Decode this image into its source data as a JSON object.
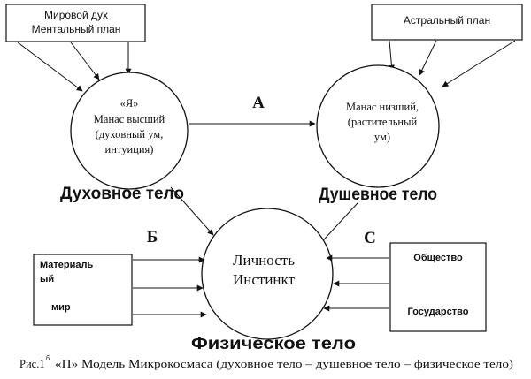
{
  "boxes": {
    "world_spirit": {
      "line1": "Мировой дух",
      "line2": "Ментальный план"
    },
    "astral": {
      "label": "Астральный план"
    },
    "material": {
      "line1": "Материаль",
      "line2": "ый",
      "line3": "мир"
    },
    "society": {
      "line1": "Общество",
      "line2": "Государство"
    }
  },
  "circles": {
    "spiritual": {
      "line1": "«Я»",
      "line2": "Манас высший",
      "line3": "(духовный ум,",
      "line4": "интуиция)"
    },
    "soul": {
      "line1": "Манас низший,",
      "line2": "(растительный",
      "line3": "ум)"
    },
    "physical": {
      "line1": "Личность",
      "line2": "Инстинкт"
    }
  },
  "body_labels": {
    "spiritual": "Духовное тело",
    "soul": "Душевное тело",
    "physical": "Физическое тело"
  },
  "arrow_labels": {
    "a": "А",
    "b": "Б",
    "c": "С"
  },
  "caption": {
    "prefix": "Рис.1",
    "superscript": "б",
    "text": "«П» Модель Микрокосмаса (духовное тело – душевное тело – физическое тело)"
  }
}
